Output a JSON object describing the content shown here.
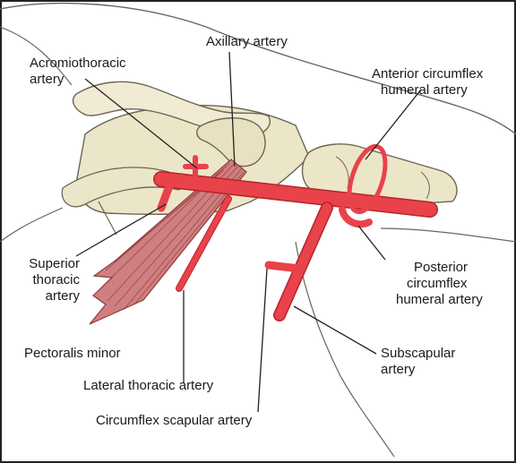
{
  "labels": {
    "axillary_artery": [
      "Axillary artery"
    ],
    "acromiothoracic_artery": [
      "Acromiothoracic",
      "artery"
    ],
    "anterior_circumflex_humeral_artery": [
      "Anterior circumflex",
      "humeral artery"
    ],
    "superior_thoracic_artery": [
      "Superior",
      "thoracic",
      "artery"
    ],
    "pectoralis_minor": [
      "Pectoralis minor"
    ],
    "posterior_circumflex_humeral_artery": [
      "Posterior",
      "circumflex",
      "humeral artery"
    ],
    "subscapular_artery": [
      "Subscapular",
      "artery"
    ],
    "lateral_thoracic_artery": [
      "Lateral thoracic artery"
    ],
    "circumflex_scapular_artery": [
      "Circumflex scapular artery"
    ]
  },
  "colors": {
    "artery": "#e8424b",
    "artery_dark": "#b8242c",
    "bone": "#ece6c8",
    "bone_outline": "#6b6654",
    "muscle": "#cf7f7f",
    "muscle_stripe": "#8d3a3a",
    "background": "#ffffff",
    "leader": "#222222"
  }
}
